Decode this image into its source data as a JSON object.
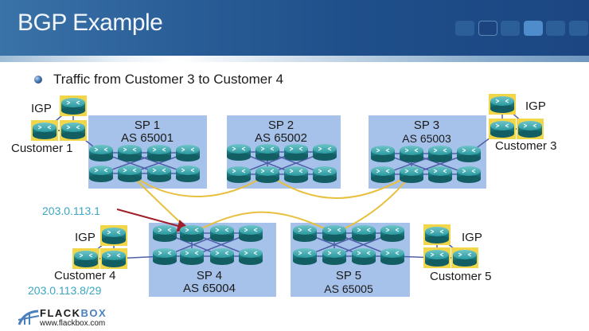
{
  "slide": {
    "title": "BGP Example",
    "nav_tiles": [
      {
        "state": "normal"
      },
      {
        "state": "outline"
      },
      {
        "state": "normal"
      },
      {
        "state": "active"
      },
      {
        "state": "normal"
      },
      {
        "state": "normal"
      },
      {
        "state": "normal"
      }
    ],
    "bullet": "Traffic from Customer 3 to Customer 4"
  },
  "colors": {
    "header": "#1f4f8a",
    "sp_box": "#a6c2ea",
    "router": "#1f8a8f",
    "igp_link": "#4f5fa8",
    "ebgp_link": "#e8c040",
    "arrow": "#a0202a",
    "ip_text": "#3aa6c2"
  },
  "diagram": {
    "service_providers": [
      {
        "id": "sp1",
        "name": "SP 1",
        "as": "AS 65001"
      },
      {
        "id": "sp2",
        "name": "SP 2",
        "as": "AS 65002"
      },
      {
        "id": "sp3",
        "name": "SP 3",
        "as": "AS 65003"
      },
      {
        "id": "sp4",
        "name": "SP 4",
        "as": "AS 65004"
      },
      {
        "id": "sp5",
        "name": "SP 5",
        "as": "AS 65005"
      }
    ],
    "customers": [
      {
        "id": "c1",
        "name": "Customer 1",
        "igp_label": "IGP"
      },
      {
        "id": "c3",
        "name": "Customer 3",
        "igp_label": "IGP"
      },
      {
        "id": "c4",
        "name": "Customer 4",
        "igp_label": "IGP",
        "prefix": "203.0.113.8/29"
      },
      {
        "id": "c5",
        "name": "Customer 5",
        "igp_label": "IGP"
      }
    ],
    "annotation": {
      "label": "203.0.113.1",
      "points_to": "SP 4 top router 2"
    },
    "ebgp_links": [
      {
        "from": "SP 1",
        "to": "SP 2"
      },
      {
        "from": "SP 2",
        "to": "SP 3"
      },
      {
        "from": "SP 1",
        "to": "SP 4"
      },
      {
        "from": "SP 3",
        "to": "SP 5"
      },
      {
        "from": "SP 4",
        "to": "SP 5"
      }
    ],
    "customer_links": [
      {
        "from": "Customer 1",
        "to": "SP 1"
      },
      {
        "from": "Customer 3",
        "to": "SP 3"
      },
      {
        "from": "Customer 4",
        "to": "SP 4"
      },
      {
        "from": "Customer 5",
        "to": "SP 5"
      }
    ]
  },
  "logo": {
    "brand_main": "FLACK",
    "brand_accent": "BOX",
    "url": "www.flackbox.com"
  }
}
